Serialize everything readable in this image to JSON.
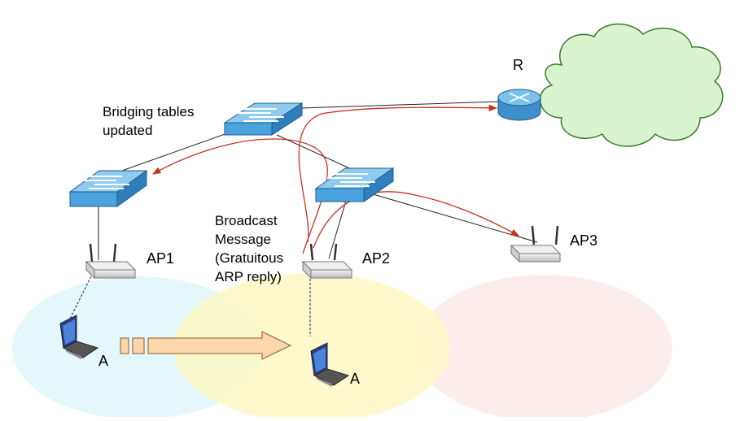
{
  "diagram": {
    "labels": {
      "bridging_line1": "Bridging tables",
      "bridging_line2": "updated",
      "broadcast_line1": "Broadcast",
      "broadcast_line2": "Message",
      "broadcast_line3": "(Gratuitous",
      "broadcast_line4": "ARP reply)",
      "router": "R",
      "ap1": "AP1",
      "ap2": "AP2",
      "ap3": "AP3",
      "client_old": "A",
      "client_new": "A"
    },
    "colors": {
      "cell_ap1": "#e3f7fb",
      "cell_ap2": "#fdf8c4",
      "cell_ap3": "#fcecec",
      "switch_blue": "#4aa3de",
      "router_blue": "#5aa8dc",
      "cloud_green": "#d9f5cf",
      "flow_red": "#c8321e",
      "move_arrow": "#fcd7aa"
    },
    "icons": {
      "switch": "switch-icon",
      "router": "router-icon",
      "cloud": "cloud-icon",
      "access_point": "access-point-icon",
      "laptop": "laptop-icon"
    }
  }
}
